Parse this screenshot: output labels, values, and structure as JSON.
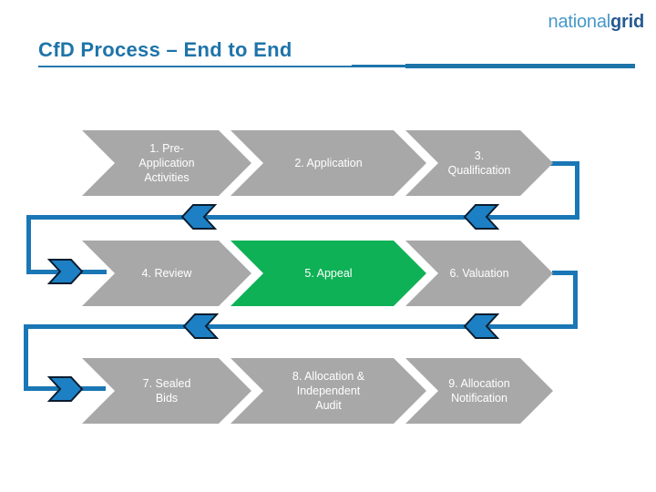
{
  "header": {
    "title": "CfD Process – End to End",
    "logo_light": "national",
    "logo_bold": "grid"
  },
  "colors": {
    "title_blue": "#1E74A9",
    "connector_blue": "#1A77B5",
    "arrow_fill_blue": "#1E80C4",
    "arrow_outline": "#0A1C2E",
    "step_gray": "#A8A8A8",
    "step_green": "#0FB156",
    "step_text": "#FFFFFF",
    "logo_light_blue": "#4698CA",
    "logo_dark_blue": "#265A91"
  },
  "process": {
    "steps": [
      {
        "label": "1. Pre-\nApplication\nActivities",
        "row": 1,
        "color": "#A8A8A8"
      },
      {
        "label": "2. Application",
        "row": 1,
        "color": "#A8A8A8"
      },
      {
        "label": "3.\nQualification",
        "row": 1,
        "color": "#A8A8A8"
      },
      {
        "label": "4. Review",
        "row": 2,
        "color": "#A8A8A8"
      },
      {
        "label": "5. Appeal",
        "row": 2,
        "color": "#0FB156"
      },
      {
        "label": "6. Valuation",
        "row": 2,
        "color": "#A8A8A8"
      },
      {
        "label": "7. Sealed\nBids",
        "row": 3,
        "color": "#A8A8A8"
      },
      {
        "label": "8. Allocation &\nIndependent\nAudit",
        "row": 3,
        "color": "#A8A8A8"
      },
      {
        "label": "9. Allocation\nNotification",
        "row": 3,
        "color": "#A8A8A8"
      }
    ]
  }
}
